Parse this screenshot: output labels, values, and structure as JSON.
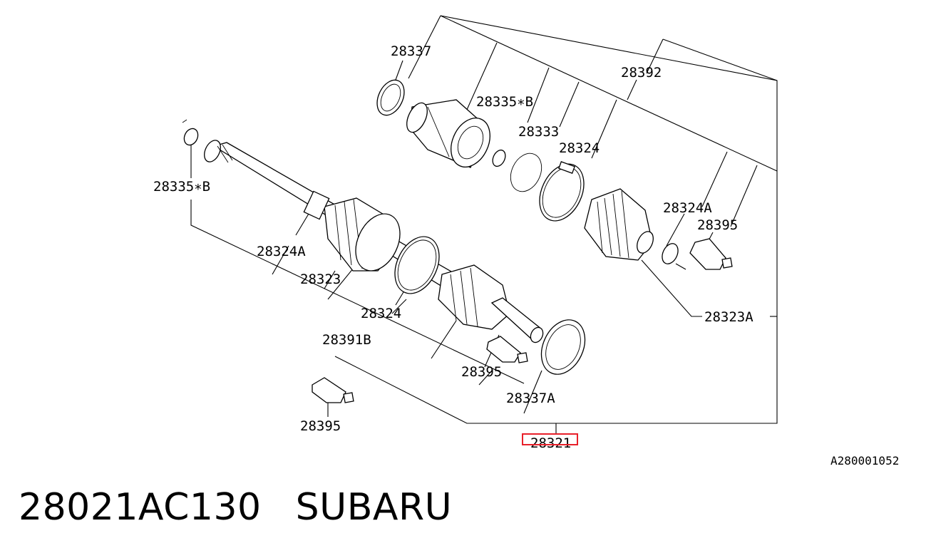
{
  "diagram": {
    "callouts": {
      "c28337": "28337",
      "c28335b_top": "28335∗B",
      "c28333": "28333",
      "c28324_top": "28324",
      "c28392": "28392",
      "c28324a_right": "28324A",
      "c28395_right": "28395",
      "c28323a": "28323A",
      "c28335b_left": "28335∗B",
      "c28324a_left": "28324A",
      "c28323": "28323",
      "c28324_mid": "28324",
      "c28391b": "28391B",
      "c28395_mid": "28395",
      "c28337a": "28337A",
      "c28395_left": "28395",
      "c28321": "28321"
    },
    "figure_code": "A280001052",
    "highlight_color": "#e8202a"
  },
  "caption": {
    "part_number": "28021AC130",
    "brand": "SUBARU"
  }
}
